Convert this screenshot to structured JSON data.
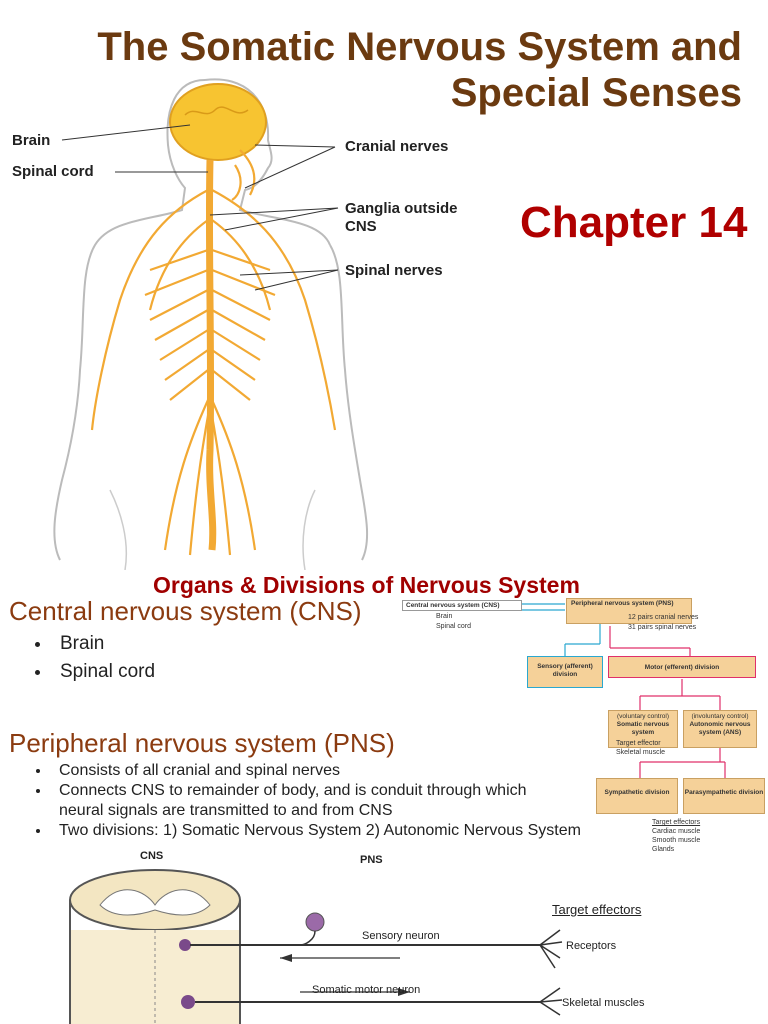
{
  "title": {
    "line1": "The Somatic Nervous System and",
    "line2": "Special Senses"
  },
  "chapter": "Chapter 14",
  "figure_labels": {
    "brain": "Brain",
    "spinal_cord": "Spinal cord",
    "cranial_nerves": "Cranial nerves",
    "ganglia_line1": "Ganglia outside",
    "ganglia_line2": "CNS",
    "spinal_nerves": "Spinal nerves"
  },
  "section_title": "Organs & Divisions of Nervous System",
  "cns": {
    "heading": "Central nervous system (CNS)",
    "items": [
      "Brain",
      "Spinal cord"
    ]
  },
  "pns": {
    "heading": "Peripheral nervous system (PNS)",
    "items": [
      "Consists of all cranial and spinal nerves",
      "Connects CNS to remainder of body, and is conduit through which neural signals are transmitted to and from CNS",
      "Two divisions: 1) Somatic Nervous System  2) Autonomic Nervous System"
    ]
  },
  "flowchart": {
    "cns_box": "Central nervous system (CNS)",
    "cns_sub1": "Brain",
    "cns_sub2": "Spinal cord",
    "pns_box": "Peripheral nervous system (PNS)",
    "pns_sub1": "12 pairs cranial nerves",
    "pns_sub2": "31 pairs spinal nerves",
    "sensory": "Sensory (afferent) division",
    "motor": "Motor (efferent) division",
    "somatic_ctrl": "(voluntary control)",
    "somatic": "Somatic nervous system",
    "somatic_target": "Target effector",
    "somatic_effector": "Skeletal muscle",
    "autonomic_ctrl": "(involuntary control)",
    "autonomic": "Autonomic nervous system (ANS)",
    "sympathetic": "Sympathetic division",
    "parasympathetic": "Parasympathetic division",
    "targets_title": "Target effectors",
    "targets": [
      "Cardiac muscle",
      "Smooth muscle",
      "Glands"
    ]
  },
  "bottom_diagram": {
    "cns": "CNS",
    "pns": "PNS",
    "target_effectors": "Target effectors",
    "sensory_neuron": "Sensory neuron",
    "receptors": "Receptors",
    "motor_neuron": "Somatic motor neuron",
    "skeletal_muscles": "Skeletal muscles"
  },
  "colors": {
    "title": "#6b3a10",
    "chapter": "#b00000",
    "nerve": "#f2a933",
    "heading": "#8b3b10"
  }
}
